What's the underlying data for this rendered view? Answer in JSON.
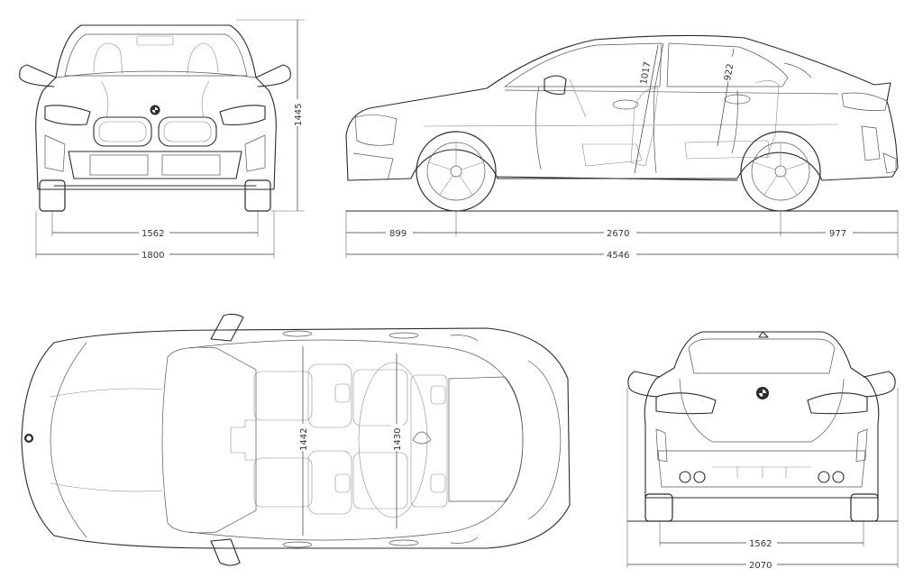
{
  "front_view": {
    "height": "1445",
    "track": "1562",
    "width": "1800"
  },
  "side_view": {
    "front_overhang": "899",
    "wheelbase": "2670",
    "rear_overhang": "977",
    "length": "4546",
    "front_headroom": "1017",
    "rear_headroom": "922"
  },
  "top_view": {
    "front_shoulder_width": "1442",
    "rear_shoulder_width": "1430"
  },
  "rear_view": {
    "track": "1562",
    "width_with_mirrors": "2070"
  },
  "colors": {
    "line": "#2a2a2a",
    "background": "#ffffff"
  },
  "icons": [
    "bmw-roundel-icon"
  ]
}
